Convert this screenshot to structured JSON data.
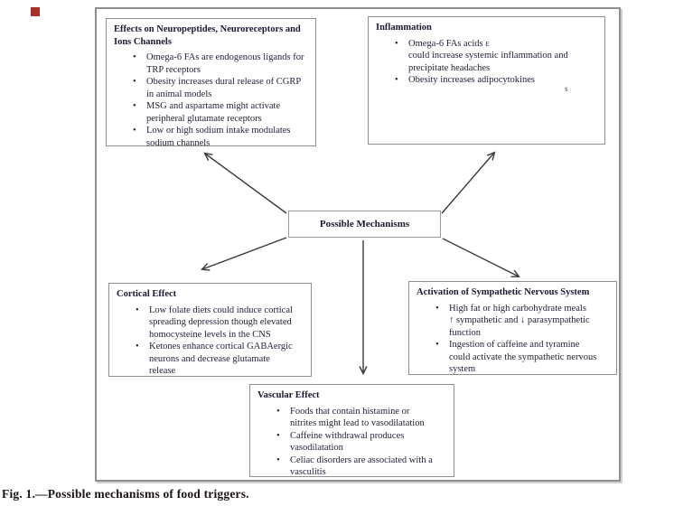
{
  "caption": "Fig. 1.—Possible mechanisms of food triggers.",
  "colors": {
    "box_border": "#8f8f8f",
    "arrow": "#3a3a3a",
    "text": "#23233a",
    "red_square_artifact": "#a93226"
  },
  "diagram": {
    "center_label": "Possible Mechanisms",
    "boxes": {
      "neuro": {
        "title": "Effects on Neuropeptides, Neuroreceptors and\nIons Channels",
        "bullets": [
          "Omega-6 FAs are endogenous ligands for\nTRP receptors",
          "Obesity increases dural release of CGRP\nin animal models",
          "MSG and aspartame might activate\nperipheral glutamate receptors",
          "Low or high sodium intake modulates\nsodium channels"
        ]
      },
      "inflammation": {
        "title": "Inflammation",
        "bullets": [
          "Omega-6 FAs acids ɛ\ncould increase systemic inflammation and\nprecipitate headaches",
          "Obesity increases adipocytokines"
        ],
        "stray_glyph": "s"
      },
      "cortical": {
        "title": "Cortical Effect",
        "bullets": [
          "Low folate diets could induce cortical\nspreading depression though elevated\nhomocysteine levels in the CNS",
          "Ketones enhance cortical GABAergic\nneurons and decrease glutamate\nrelease"
        ]
      },
      "sympathetic": {
        "title": "Activation of Sympathetic Nervous System",
        "bullets": [
          "High fat or high carbohydrate meals\n↑ sympathetic and ↓ parasympathetic\nfunction",
          "Ingestion of caffeine and tyramine\ncould activate the sympathetic nervous\nsystem"
        ]
      },
      "vascular": {
        "title": "Vascular Effect",
        "bullets": [
          "Foods that contain histamine or\nnitrites might lead to vasodilatation",
          "Caffeine withdrawal produces\nvasodilatation",
          "Celiac disorders are associated with a\nvasculitis"
        ]
      }
    }
  }
}
